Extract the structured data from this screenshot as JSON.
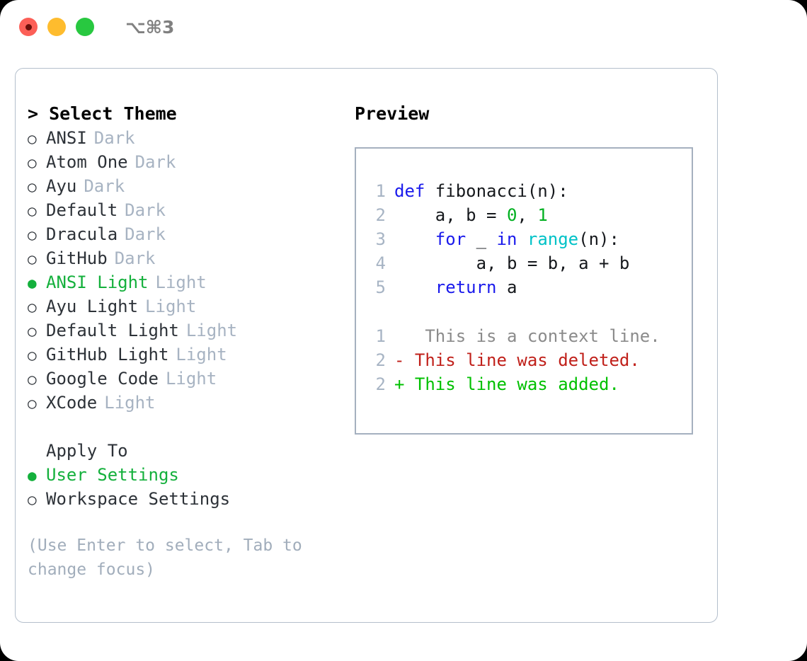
{
  "titlebar": {
    "shortcut": "⌥⌘3",
    "buttons": [
      {
        "name": "close",
        "color": "#fc5f57"
      },
      {
        "name": "minimize",
        "color": "#febc2e"
      },
      {
        "name": "maximize",
        "color": "#28c840"
      }
    ]
  },
  "left": {
    "heading": "> Select Theme",
    "themes": [
      {
        "marker": "○",
        "name": "ANSI",
        "suffix": "Dark",
        "selected": false
      },
      {
        "marker": "○",
        "name": "Atom One",
        "suffix": "Dark",
        "selected": false
      },
      {
        "marker": "○",
        "name": "Ayu",
        "suffix": "Dark",
        "selected": false
      },
      {
        "marker": "○",
        "name": "Default",
        "suffix": "Dark",
        "selected": false
      },
      {
        "marker": "○",
        "name": "Dracula",
        "suffix": "Dark",
        "selected": false
      },
      {
        "marker": "○",
        "name": "GitHub",
        "suffix": "Dark",
        "selected": false
      },
      {
        "marker": "●",
        "name": "ANSI Light",
        "suffix": "Light",
        "selected": true
      },
      {
        "marker": "○",
        "name": "Ayu Light",
        "suffix": "Light",
        "selected": false
      },
      {
        "marker": "○",
        "name": "Default Light",
        "suffix": "Light",
        "selected": false
      },
      {
        "marker": "○",
        "name": "GitHub Light",
        "suffix": "Light",
        "selected": false
      },
      {
        "marker": "○",
        "name": "Google Code",
        "suffix": "Light",
        "selected": false
      },
      {
        "marker": "○",
        "name": "XCode",
        "suffix": "Light",
        "selected": false
      }
    ],
    "apply_to": {
      "heading": "Apply To",
      "options": [
        {
          "marker": "●",
          "name": "User Settings",
          "selected": true
        },
        {
          "marker": "○",
          "name": "Workspace Settings",
          "selected": false
        }
      ]
    },
    "hint": "(Use Enter to select, Tab to change focus)"
  },
  "right": {
    "heading": "Preview",
    "code": [
      {
        "lineno": "1",
        "tokens": [
          {
            "t": "def ",
            "c": "kw"
          },
          {
            "t": "fibonacci(n):",
            "c": "plain"
          }
        ]
      },
      {
        "lineno": "2",
        "tokens": [
          {
            "t": "    a, b = ",
            "c": "plain"
          },
          {
            "t": "0",
            "c": "num"
          },
          {
            "t": ", ",
            "c": "plain"
          },
          {
            "t": "1",
            "c": "num"
          }
        ]
      },
      {
        "lineno": "3",
        "tokens": [
          {
            "t": "    ",
            "c": "plain"
          },
          {
            "t": "for",
            "c": "kw"
          },
          {
            "t": " _ ",
            "c": "plain"
          },
          {
            "t": "in",
            "c": "kw"
          },
          {
            "t": " ",
            "c": "plain"
          },
          {
            "t": "range",
            "c": "fn"
          },
          {
            "t": "(n):",
            "c": "plain"
          }
        ]
      },
      {
        "lineno": "4",
        "tokens": [
          {
            "t": "        a, b = b, a + b",
            "c": "plain"
          }
        ]
      },
      {
        "lineno": "5",
        "tokens": [
          {
            "t": "    ",
            "c": "plain"
          },
          {
            "t": "return",
            "c": "kw"
          },
          {
            "t": " a",
            "c": "plain"
          }
        ]
      }
    ],
    "diff": [
      {
        "lineno": "1",
        "sign": " ",
        "text": "  This is a context line.",
        "kind": "ctx"
      },
      {
        "lineno": "2",
        "sign": "-",
        "text": " This line was deleted.",
        "kind": "del"
      },
      {
        "lineno": "2",
        "sign": "+",
        "text": " This line was added.",
        "kind": "add"
      }
    ]
  },
  "colors": {
    "accent_green": "#14b03c",
    "muted": "#a7b3c2",
    "text": "#2d3238",
    "keyword": "#1a1aec",
    "function": "#00c2c7",
    "number": "#00b020",
    "diff_add": "#00c000",
    "diff_del": "#c0201a",
    "border": "#a5b0bf"
  }
}
